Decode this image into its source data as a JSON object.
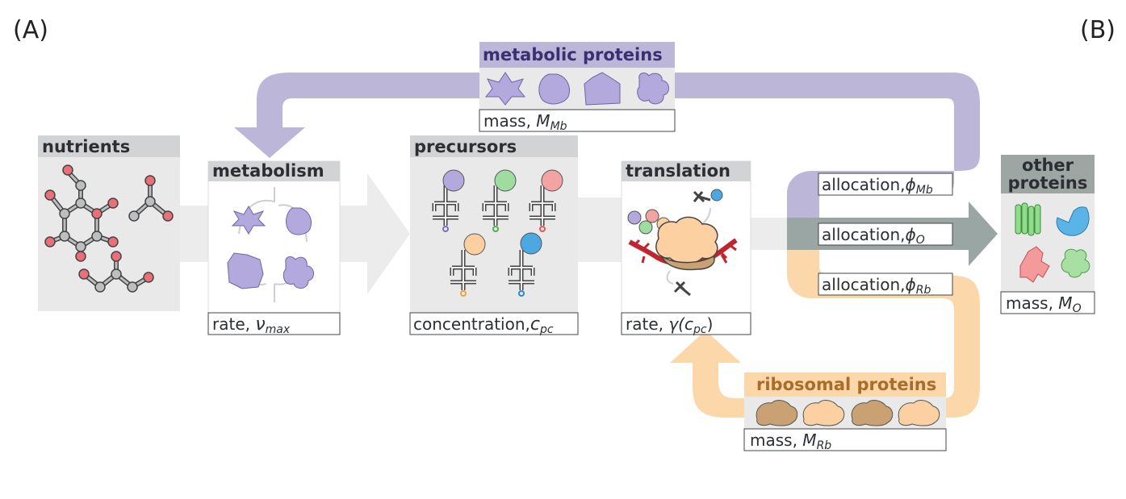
{
  "panel_labels": {
    "a": "(A)",
    "b": "(B)"
  },
  "nutrients": {
    "title": "nutrients"
  },
  "metabolism": {
    "title": "metabolism",
    "caption_text": "rate, ",
    "caption_sym": "ν",
    "caption_sub": "max"
  },
  "precursors": {
    "title": "precursors",
    "caption_text": "concentration,",
    "caption_sym": "c",
    "caption_sub": "pc"
  },
  "translation": {
    "title": "translation",
    "caption_text": "rate, ",
    "caption_sym": "γ(",
    "caption_sym2": "c",
    "caption_sub": "pc",
    "caption_close": ")"
  },
  "metabolic_proteins": {
    "title": "metabolic proteins",
    "caption_text": "mass, ",
    "caption_sym": "M",
    "caption_sub": "Mb"
  },
  "ribosomal_proteins": {
    "title": "ribosomal proteins",
    "caption_text": "mass, ",
    "caption_sym": "M",
    "caption_sub": "Rb"
  },
  "other_proteins": {
    "title_line1": "other",
    "title_line2": "proteins",
    "caption_text": "mass, ",
    "caption_sym": "M",
    "caption_sub": "O"
  },
  "allocations": [
    {
      "text": "allocation,",
      "sym": "ϕ",
      "sub": "Mb"
    },
    {
      "text": "allocation,",
      "sym": "ϕ",
      "sub": "O"
    },
    {
      "text": "allocation,",
      "sym": "ϕ",
      "sub": "Rb"
    }
  ],
  "colors": {
    "panel_bg": "#e9e9e9",
    "title_bar": "#d2d3d4",
    "text_dark": "#2b2f33",
    "metabolic": "#bcb6d9",
    "metabolic_dark": "#3a2f70",
    "metabolic_shape": "#b3a9dc",
    "ribosomal": "#fcd7a9",
    "ribosomal_dark": "#a86d28",
    "ribosome_brown": "#c9a173",
    "other_arrow": "#9aa6a3",
    "other_title": "#9ea6a3",
    "flow_arrow": "#ececec",
    "oxygen": "#ea6f77",
    "carbon": "#bcbec0"
  }
}
